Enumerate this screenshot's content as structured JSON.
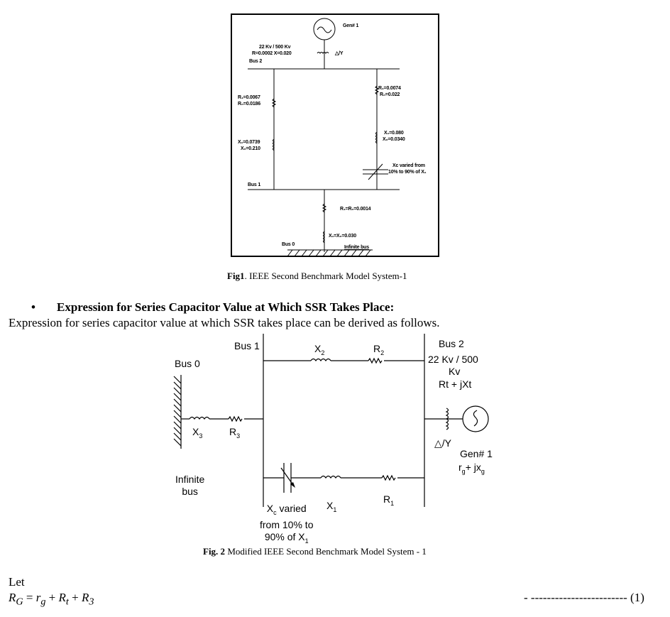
{
  "figure1": {
    "gen_label": "Gen# 1",
    "transformer_label": "22 Kv / 500 Kv",
    "transformer_params": "R=0.0002 X=0.020",
    "transformer_connection": "△/Y",
    "bus2_label": "Bus 2",
    "bus1_label": "Bus 1",
    "bus0_label": "Bus 0",
    "infinite_bus_label": "Infinite bus",
    "left_line": {
      "r1": "R₁=0.0067",
      "r0": "R₀=0.0186",
      "x1": "X₁=0.0739",
      "x0": "X₀=0.210"
    },
    "right_line": {
      "r1": "R₁=0.0074",
      "r0": "R₀=0.022",
      "x1": "X₁=0.080",
      "x0": "X₀=0.0340",
      "xc_line1": "Xc varied from",
      "xc_line2": "10% to 90% of X₁"
    },
    "bottom_line": {
      "r": "R₁=R₀=0.0014",
      "x": "X₁=X₀=0.030"
    },
    "caption_bold": "Fig1",
    "caption_text": ". IEEE Second Benchmark Model System-1"
  },
  "section": {
    "bullet": "•",
    "heading": "Expression for Series Capacitor Value at Which SSR Takes Place:",
    "paragraph": "Expression for series capacitor value at which SSR takes place can be derived as follows."
  },
  "figure2": {
    "bus0_label": "Bus 0",
    "bus1_label": "Bus 1",
    "bus2_label": "Bus 2",
    "transformer_line1": "22 Kv / 500",
    "transformer_line2": "Kv",
    "transformer_impedance": "Rt + jXt",
    "x2": "X",
    "x2_sub": "2",
    "r2": "R",
    "r2_sub": "2",
    "x3": "X",
    "x3_sub": "3",
    "r3": "R",
    "r3_sub": "3",
    "x1": "X",
    "x1_sub": "1",
    "r1": "R",
    "r1_sub": "1",
    "infinite_line1": "Infinite",
    "infinite_line2": "bus",
    "xc_line1_a": "X",
    "xc_line1_sub": "c",
    "xc_line1_b": " varied",
    "xc_line2": "from 10% to",
    "xc_line3_a": "90% of X",
    "xc_line3_sub": "1",
    "connection": "△/Y",
    "gen_label": "Gen# 1",
    "gen_imp_a": "r",
    "gen_imp_sub1": "g",
    "gen_imp_b": "+ jx",
    "gen_imp_sub2": "g",
    "caption_bold": "Fig. 2",
    "caption_text": " Modified IEEE Second Benchmark Model System - 1"
  },
  "equation": {
    "let": "Let",
    "lhs": "R",
    "lhs_sub": "G",
    "eq": " = ",
    "t1": "r",
    "t1_sub": "g",
    "plus1": " + ",
    "t2": "R",
    "t2_sub": "t",
    "plus2": " + ",
    "t3": "R",
    "t3_sub": "3",
    "leader": "- ------------------------",
    "number": "(1)"
  }
}
